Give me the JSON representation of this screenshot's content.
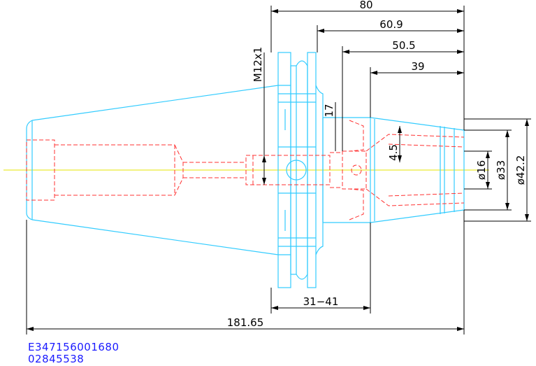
{
  "dimensions": {
    "overall_length": "181.65",
    "length_80": "80",
    "length_60_9": "60.9",
    "length_50_5": "50.5",
    "length_39": "39",
    "thread": "M12x1",
    "dim_17": "17",
    "dim_4_5": "4.5",
    "dia_16": "ø16",
    "dia_33": "ø33",
    "dia_42_2": "ø42.2",
    "range_31_41": "31−41"
  },
  "part_codes": {
    "line1": "E347156001680",
    "line2": "02845538"
  },
  "colors": {
    "outline": "#33ccff",
    "hidden": "#ff3333",
    "centerline": "#e6e600",
    "dimension": "#000000",
    "part_code": "#1a1aff"
  }
}
